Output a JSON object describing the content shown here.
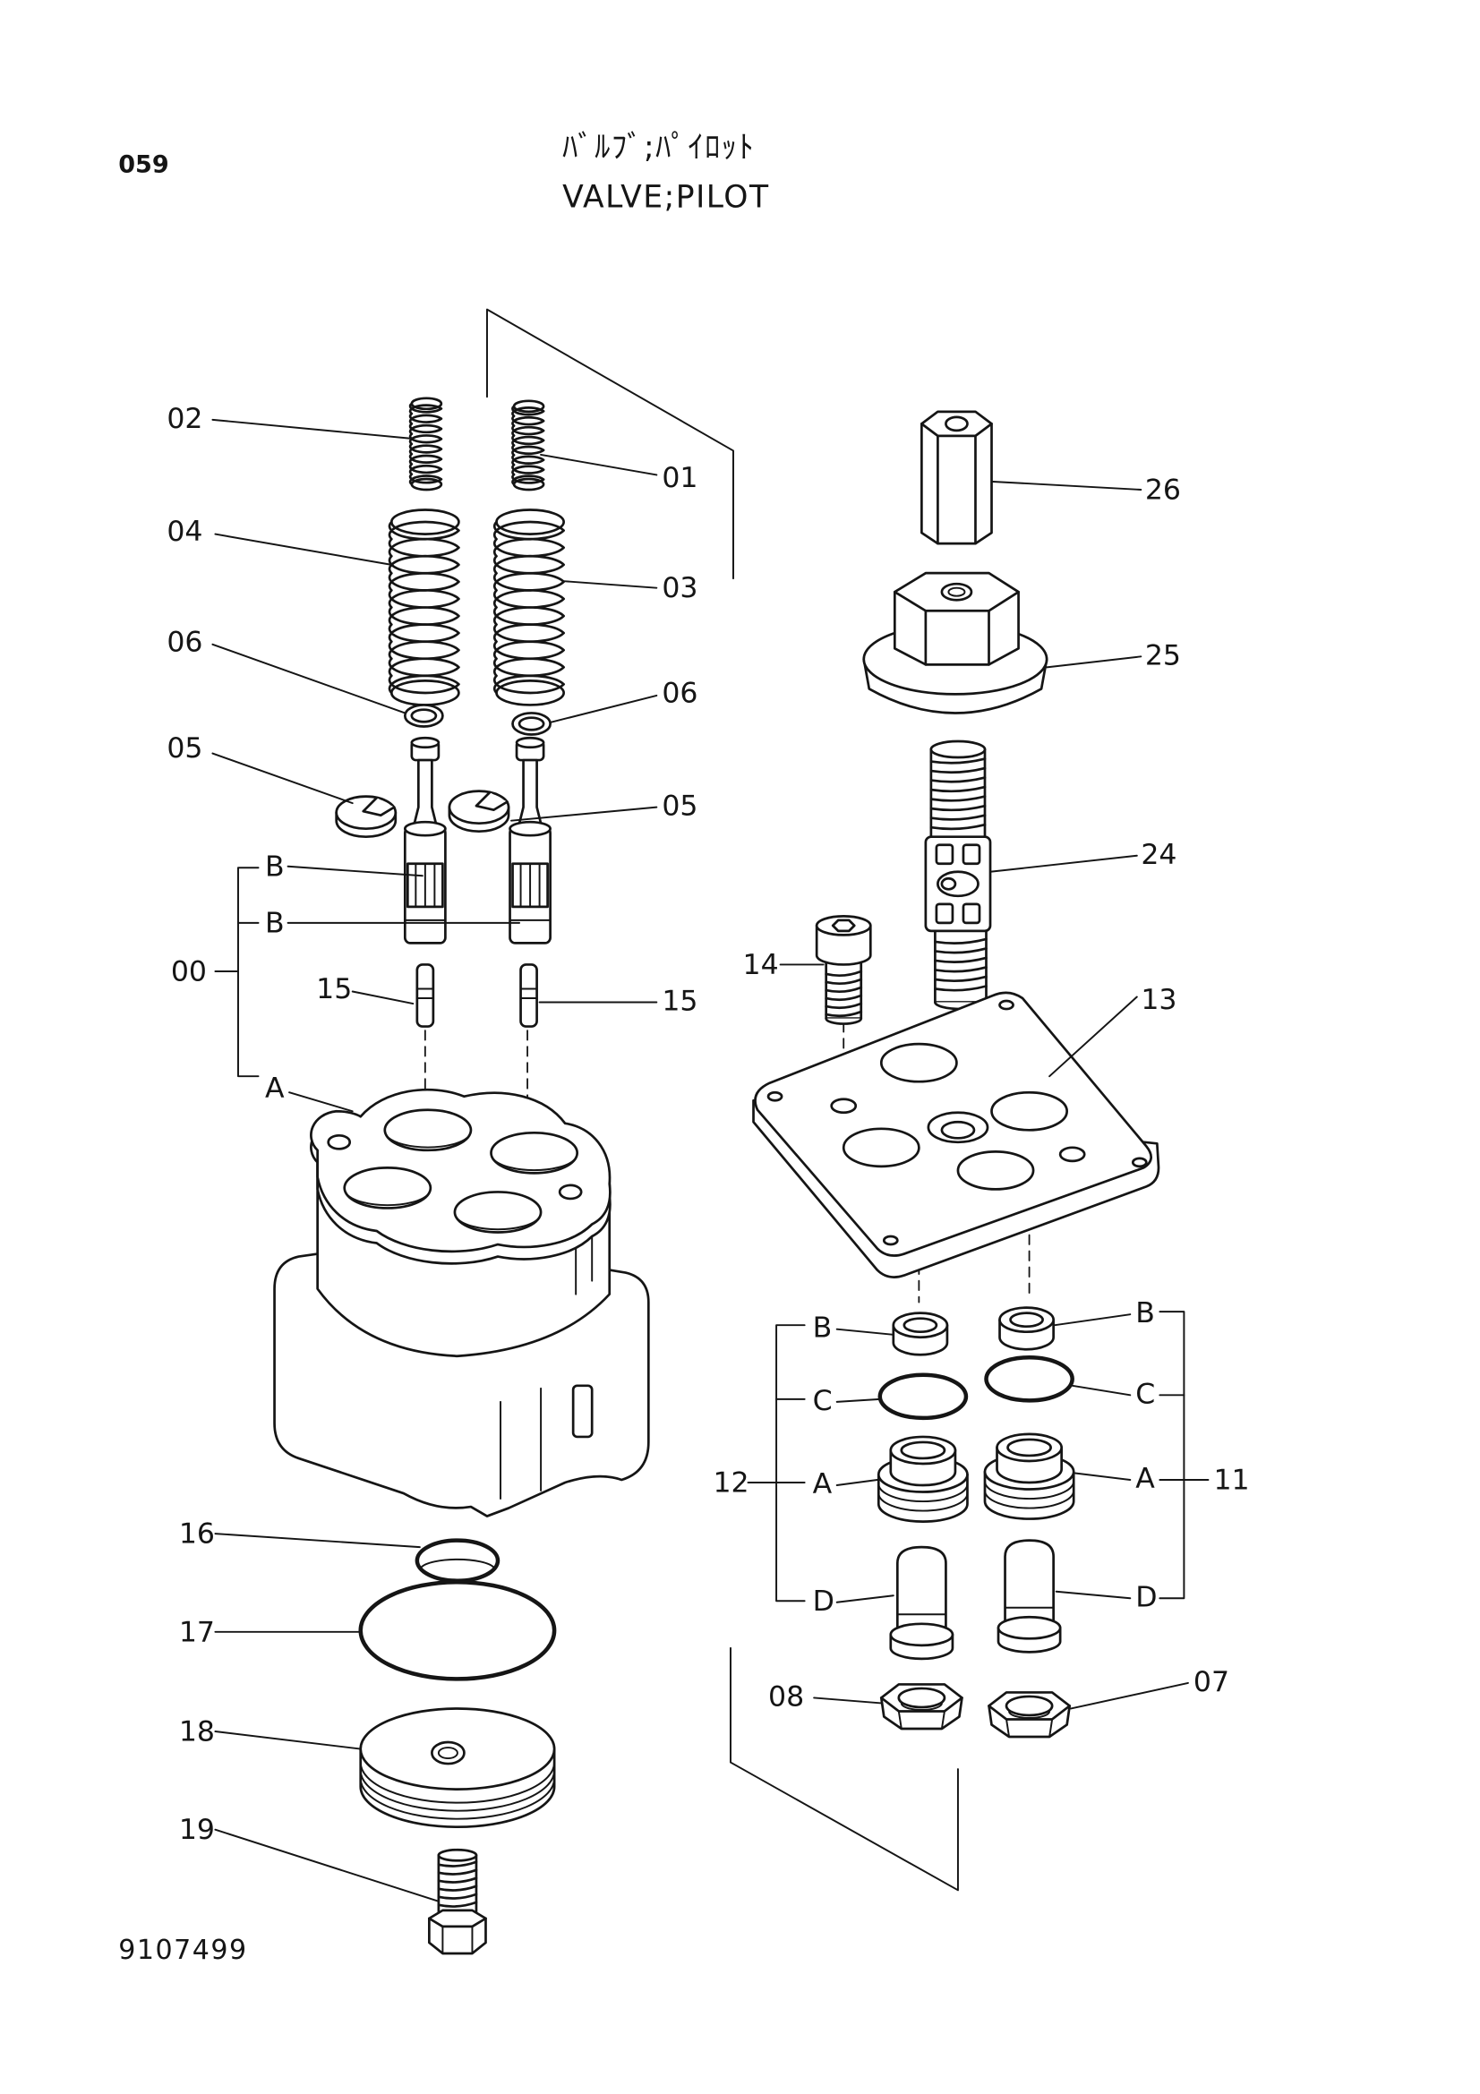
{
  "header": {
    "page_code": "059",
    "title_jp": "ﾊﾞﾙﾌﾞ;ﾊﾟｲﾛｯﾄ",
    "title_en": "VALVE;PILOT"
  },
  "footer": {
    "drawing_number": "9107499"
  },
  "callouts": {
    "p00": "00",
    "p01": "01",
    "p02": "02",
    "p03": "03",
    "p04": "04",
    "p05_left": "05",
    "p05_right": "05",
    "p06_left": "06",
    "p06_right": "06",
    "p07": "07",
    "p08": "08",
    "p11": "11",
    "p12": "12",
    "p13": "13",
    "p14": "14",
    "p15_left": "15",
    "p15_right": "15",
    "p16": "16",
    "p17": "17",
    "p18": "18",
    "p19": "19",
    "p24": "24",
    "p25": "25",
    "p26": "26"
  },
  "sub_callouts": {
    "assy00_b_upper": "B",
    "assy00_b_lower": "B",
    "assy00_a": "A",
    "assy12_b": "B",
    "assy12_c": "C",
    "assy12_a": "A",
    "assy12_d": "D",
    "assy11_b": "B",
    "assy11_c": "C",
    "assy11_a": "A",
    "assy11_d": "D"
  }
}
